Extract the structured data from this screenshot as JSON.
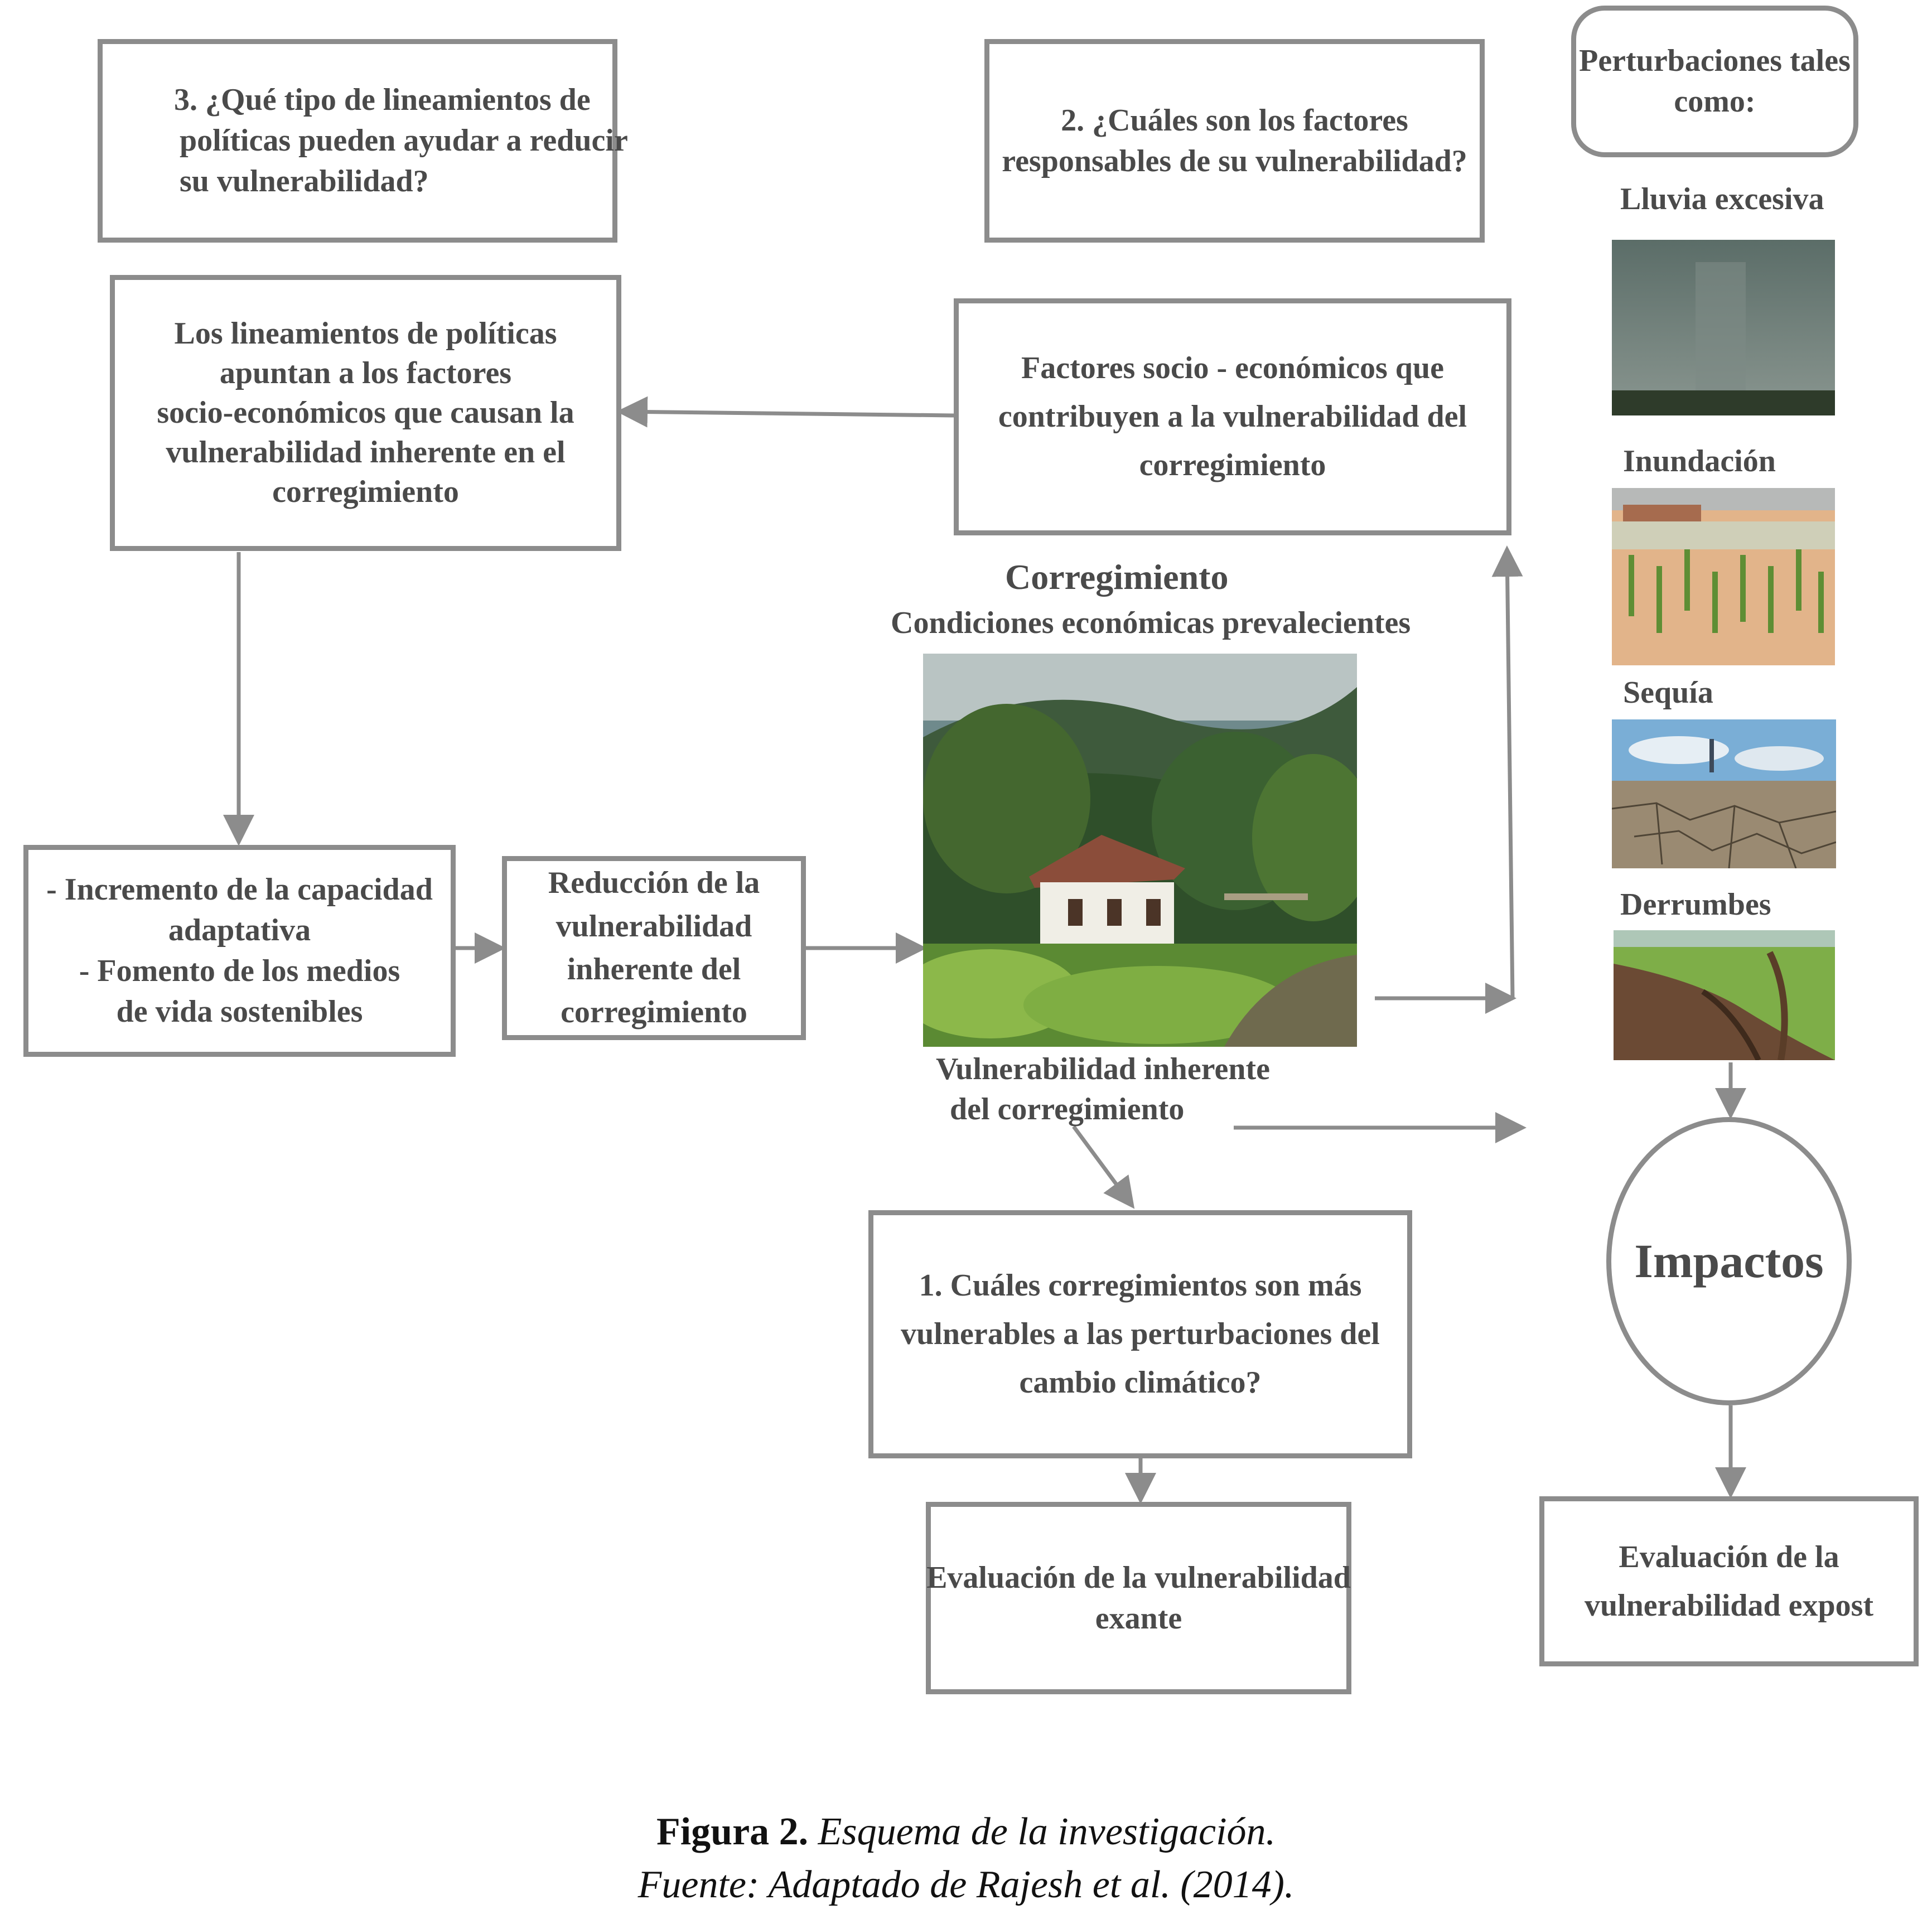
{
  "nodes": {
    "q3": [
      "3. ¿Qué tipo de lineamientos de",
      "políticas pueden ayudar a reducir",
      "su vulnerabilidad?"
    ],
    "q2": [
      "2. ¿Cuáles son los factores",
      "responsables de su vulnerabilidad?"
    ],
    "perturbaciones": [
      "Perturbaciones tales",
      "como:"
    ],
    "lineamientos": [
      "Los lineamientos de políticas",
      "apuntan a los factores",
      "socio-económicos que causan la",
      "vulnerabilidad inherente en el",
      "corregimiento"
    ],
    "factores": [
      "Factores socio - económicos que",
      "contribuyen a la vulnerabilidad del",
      "corregimiento"
    ],
    "incremento": [
      "- Incremento de la capacidad",
      "adaptativa",
      "- Fomento de los medios",
      "de vida sostenibles"
    ],
    "reduccion": [
      "Reducción de la",
      "vulnerabilidad",
      "inherente del",
      "corregimiento"
    ],
    "q1": [
      "1. Cuáles corregimientos  son más",
      "vulnerables a las perturbaciones del",
      "cambio climático?"
    ],
    "exante": [
      "Evaluación de la vulnerabilidad",
      "exante"
    ],
    "expost": [
      "Evaluación de la",
      "vulnerabilidad expost"
    ],
    "impactos": "Impactos"
  },
  "labels": {
    "corregimiento_title": "Corregimiento",
    "corregimiento_subtitle": "Condiciones económicas prevalecientes",
    "vulnerabilidad_inherente": [
      "Vulnerabilidad inherente",
      "del corregimiento"
    ],
    "lluvia": "Lluvia excesiva",
    "inundacion": "Inundación",
    "sequia": "Sequía",
    "derrumbes": "Derrumbes"
  },
  "caption": {
    "figure_label": "Figura 2.",
    "figure_title": "Esquema de la investigación.",
    "source": "Fuente: Adaptado de Rajesh et al. (2014)."
  },
  "colors": {
    "box_border": "#8c8c8c",
    "text": "#4a4a4a",
    "arrow": "#8c8c8c"
  }
}
